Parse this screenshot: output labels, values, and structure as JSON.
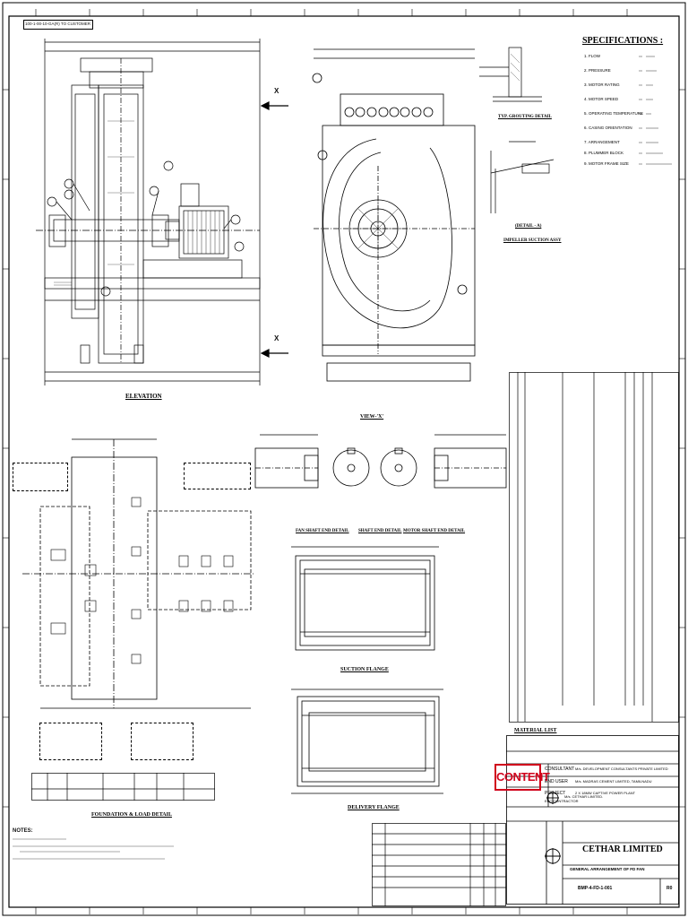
{
  "header_ref": "100-1-00-10-GA(R) TO CUSTOMER",
  "views": {
    "elevation": "ELEVATION",
    "view_x": "VIEW-'X'",
    "x_marker": "X",
    "grouting_detail": "TYP. GROUTING DETAIL",
    "detail_a": "(DETAIL - A)",
    "impeller_suction": "IMPELLER SUCTION ASSY",
    "fan_shaft": "FAN SHAFT END DETAIL",
    "shaft_end": "SHAFT END DETAIL",
    "motor_shaft": "MOTOR SHAFT END DETAIL",
    "suction_flange": "SUCTION FLANGE",
    "delivery_flange": "DELIVERY FLANGE",
    "foundation": "FOUNDATION & LOAD DETAIL",
    "material_list": "MATERIAL LIST"
  },
  "specifications": {
    "heading": "SPECIFICATIONS :",
    "rows": [
      "1. FLOW",
      "2. PRESSURE",
      "3. MOTOR RATING",
      "4. MOTOR SPEED",
      "5. OPERATING TEMPERATURE",
      "6. CASING ORIENTATION",
      "7. ARRANGEMENT",
      "8. PLUMMER BLOCK",
      "9. MOTOR FRAME SIZE"
    ]
  },
  "notes": {
    "heading": "NOTES:"
  },
  "title_block": {
    "consultant_label": "CONSULTANT",
    "consultant_value": "M/s. DEVELOPMENT CONSULTANTS PRIVATE LIMITED",
    "end_user_label": "END USER",
    "end_user_value": "M/s. MADRAS CEMENT LIMITED, TAMILNADU",
    "project_label": "PROJECT",
    "project_value": "2 X 18MW CAPTIVE POWER PLANT",
    "epc_label": "EPC CONTRACTOR",
    "epc_value": "M/s. CETHAR LIMITED.",
    "company": "CETHAR LIMITED",
    "drawing_title": "GENERAL ARRANGEMENT OF FD FAN",
    "drawing_no": "BMP-4-FD-1-001",
    "rev": "R0",
    "content_stamp": "CONTENT"
  },
  "colors": {
    "ink": "#000000",
    "stamp": "#d0021b"
  }
}
